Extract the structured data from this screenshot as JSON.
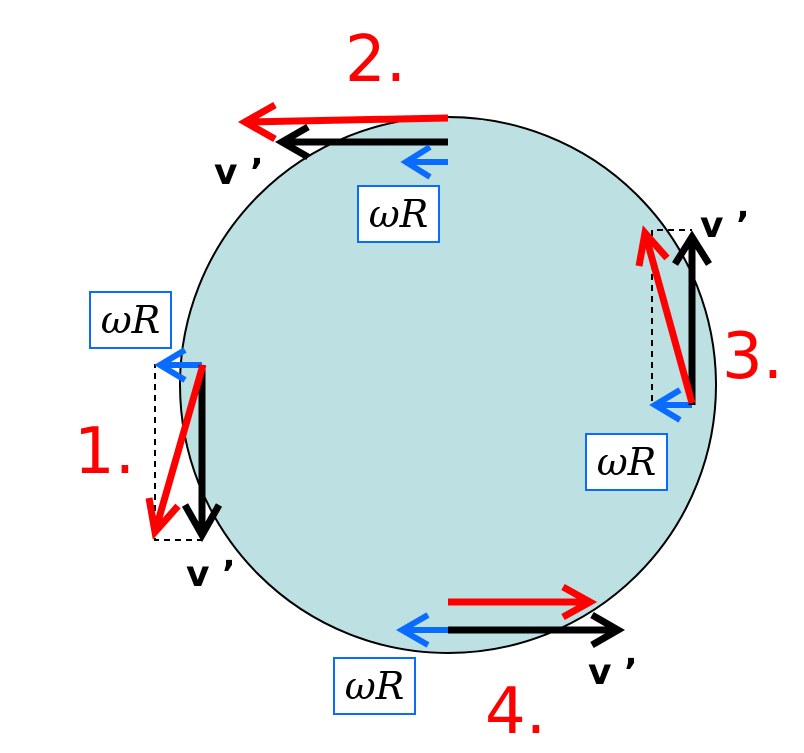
{
  "colors": {
    "disk_fill": "#bde0e2",
    "disk_stroke": "#000000",
    "velocity_arrow": "#000000",
    "rotation_arrow": "#0a6cff",
    "resultant_arrow": "#ff0000",
    "label_box_border": "#0a6cff",
    "number_color": "#ff0000"
  },
  "labels": {
    "omega_r": "ωR",
    "v_prime": "v ’"
  },
  "points": [
    {
      "number": "1.",
      "velocity_label": "v ’",
      "rotation_label": "ωR"
    },
    {
      "number": "2.",
      "velocity_label": "v ’",
      "rotation_label": "ωR"
    },
    {
      "number": "3.",
      "velocity_label": "v ’",
      "rotation_label": "ωR"
    },
    {
      "number": "4.",
      "velocity_label": "v ’",
      "rotation_label": "ωR"
    }
  ]
}
